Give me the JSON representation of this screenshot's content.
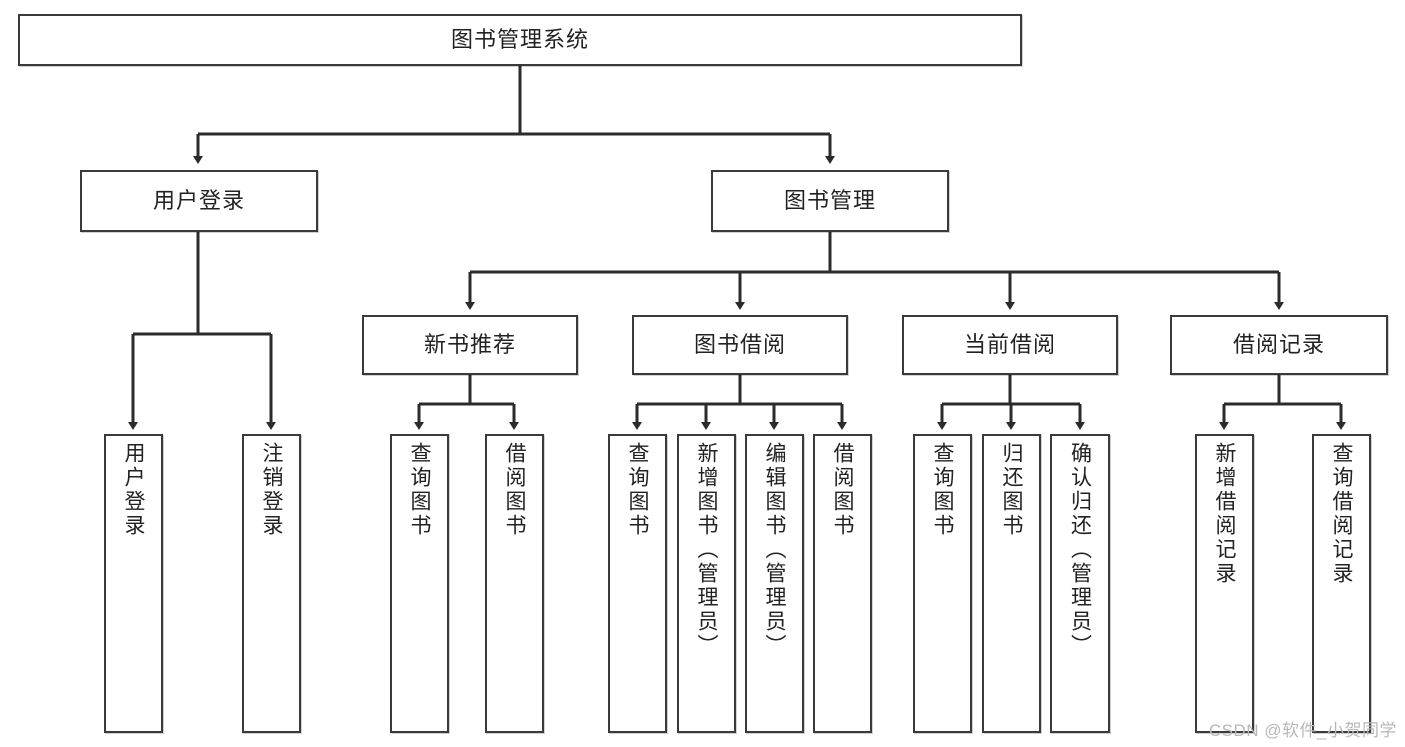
{
  "diagram": {
    "title": "图书管理系统",
    "type": "tree-hierarchy",
    "watermark": "CSDN @软件_小贺同学",
    "colors": {
      "box_stroke": "#3a3a3a",
      "box_fill": "#ffffff",
      "edge": "#2b2b2b",
      "text": "#222222",
      "watermark": "#b8b8b8"
    },
    "root": {
      "label": "图书管理系统"
    },
    "level2": [
      {
        "label": "用户登录"
      },
      {
        "label": "图书管理"
      }
    ],
    "level3": [
      {
        "label": "新书推荐"
      },
      {
        "label": "图书借阅"
      },
      {
        "label": "当前借阅"
      },
      {
        "label": "借阅记录"
      }
    ],
    "leaves": {
      "user_login": [
        {
          "label": "用户登录"
        },
        {
          "label": "注销登录"
        }
      ],
      "new_book_recommend": [
        {
          "label": "查询图书"
        },
        {
          "label": "借阅图书"
        }
      ],
      "book_borrow": [
        {
          "label": "查询图书"
        },
        {
          "label": "新增图书（管理员）"
        },
        {
          "label": "编辑图书（管理员）"
        },
        {
          "label": "借阅图书"
        }
      ],
      "current_borrow": [
        {
          "label": "查询图书"
        },
        {
          "label": "归还图书"
        },
        {
          "label": "确认归还（管理员）"
        }
      ],
      "borrow_record": [
        {
          "label": "新增借阅记录"
        },
        {
          "label": "查询借阅记录"
        }
      ]
    }
  }
}
